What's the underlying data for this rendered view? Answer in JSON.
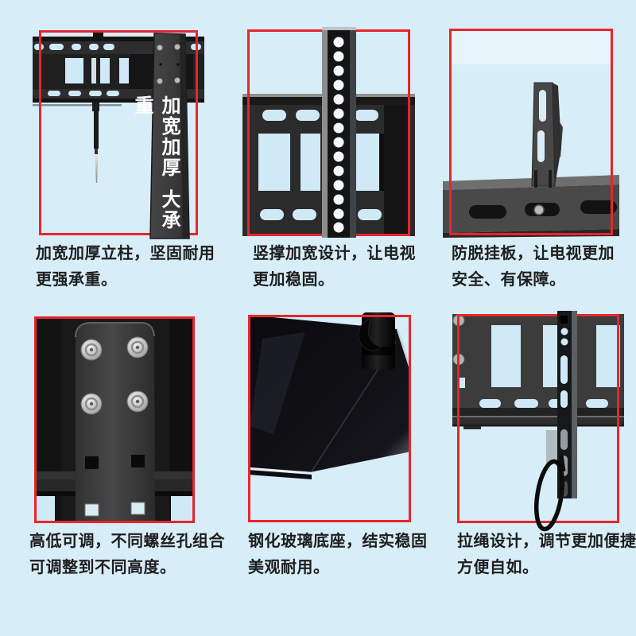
{
  "colors": {
    "page_background": "#d7edf8",
    "frame_red": "#e8252b",
    "caption_text": "#1e1e1e",
    "metal_dark": "#2b2b2b",
    "cutout_blue": "#cfe9f7",
    "overlay_text_white": "#ffffff"
  },
  "panels": [
    {
      "id": "wide-column",
      "overlay_text_top": "加宽加厚",
      "overlay_text_bottom": "大承重",
      "caption_line1": "加宽加厚立柱，坚固耐用",
      "caption_line2": "更强承重。"
    },
    {
      "id": "vertical-support",
      "caption_line1": "竖撑加宽设计，让电视",
      "caption_line2": "更加稳固。"
    },
    {
      "id": "anti-drop-plate",
      "caption_line1": "防脱挂板，让电视更加",
      "caption_line2": "安全、有保障。"
    },
    {
      "id": "height-adjustable",
      "caption_line1": "高低可调，不同螺丝孔组合",
      "caption_line2": "可调整到不同高度。"
    },
    {
      "id": "glass-base",
      "caption_line1": "钢化玻璃底座，结实稳固",
      "caption_line2": "美观耐用。"
    },
    {
      "id": "pull-cord",
      "caption_line1": "拉绳设计，调节更加便捷",
      "caption_line2": "方便自如。"
    }
  ]
}
